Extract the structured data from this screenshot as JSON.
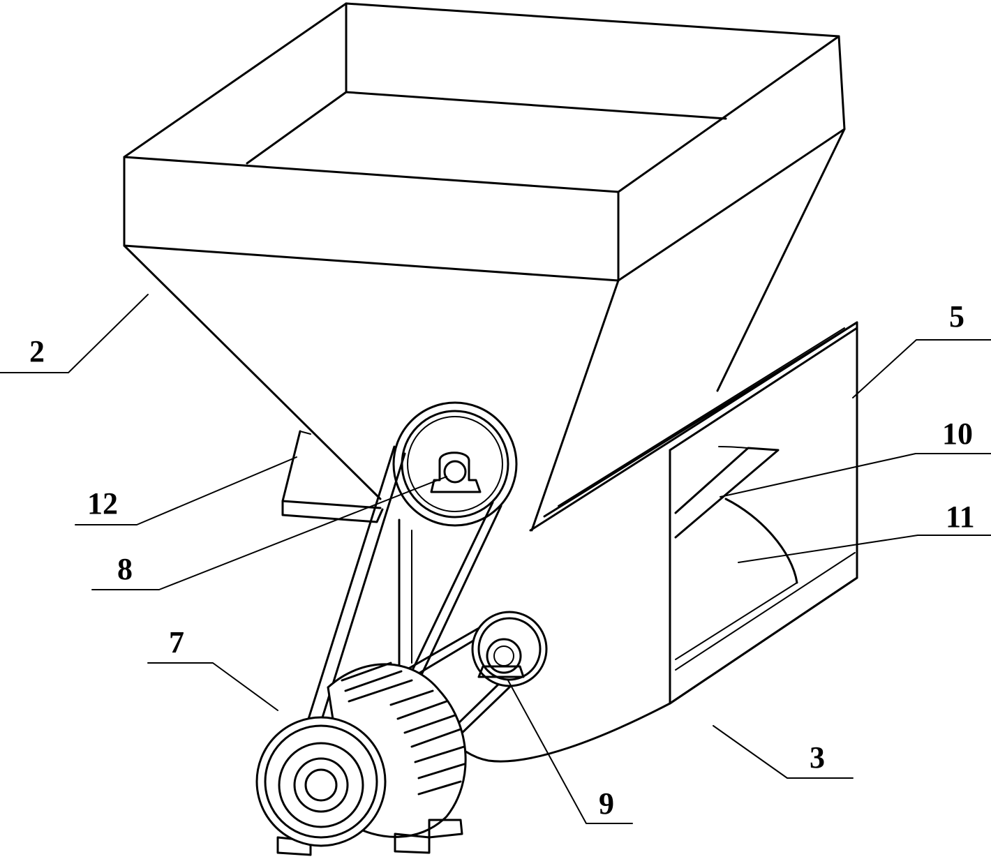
{
  "labels": {
    "l2": "2",
    "l3": "3",
    "l5": "5",
    "l7": "7",
    "l8": "8",
    "l9": "9",
    "l10": "10",
    "l11": "11",
    "l12": "12"
  },
  "colors": {
    "stroke": "#000000",
    "background": "#ffffff"
  }
}
